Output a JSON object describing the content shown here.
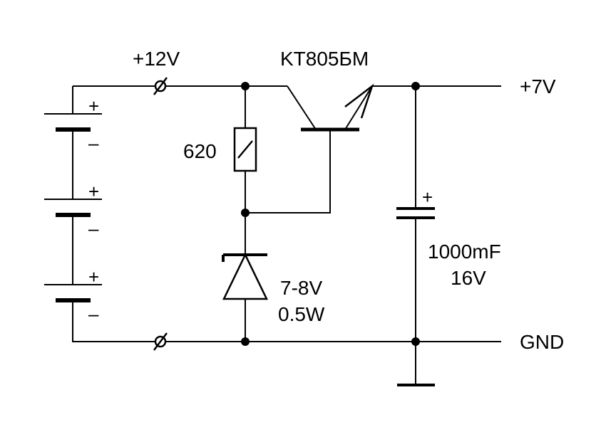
{
  "labels": {
    "input_voltage": "+12V",
    "transistor": "KT805БM",
    "output_voltage": "+7V",
    "resistor": "620",
    "zener_voltage": "7-8V",
    "zener_power": "0.5W",
    "capacitor_value": "1000mF",
    "capacitor_voltage": "16V",
    "ground": "GND"
  },
  "battery_signs": {
    "plus": "+",
    "minus": "–"
  },
  "capacitor_sign": "+"
}
